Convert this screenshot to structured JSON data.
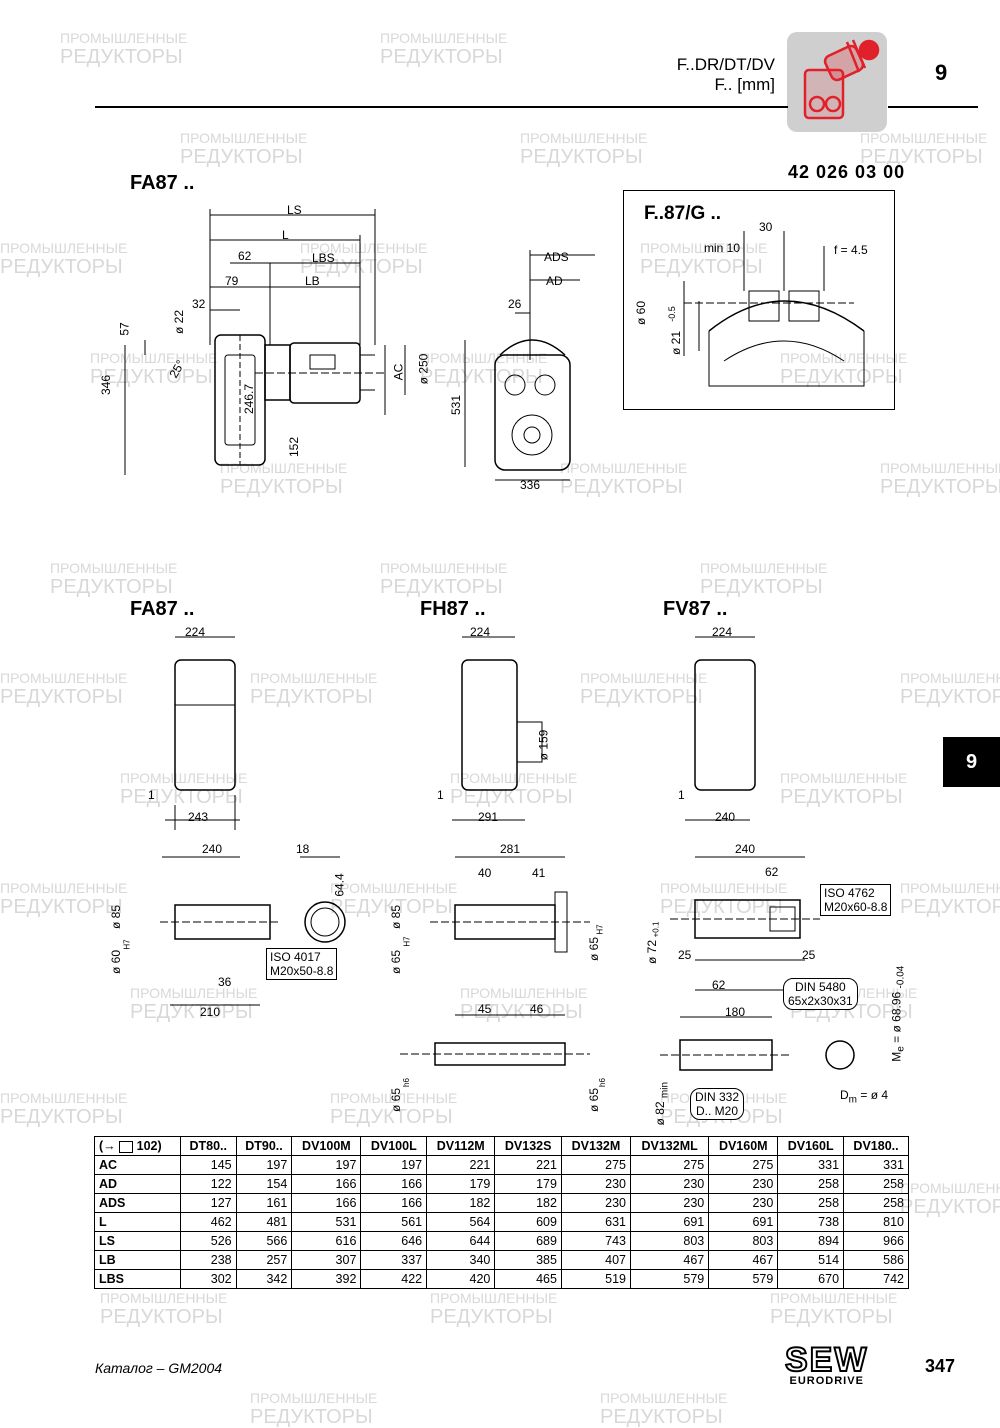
{
  "header": {
    "series_title": "F..DR/DT/DV",
    "unit_title": "F.. [mm]",
    "chapter": "9",
    "drawing_code": "42 026 03 00"
  },
  "side_tab": "9",
  "drawings": {
    "top": {
      "label": "FA87 ..",
      "dims": [
        "LS",
        "L",
        "62",
        "LBS",
        "79",
        "LB",
        "32",
        "ø 22",
        "57",
        "25°",
        "346",
        "246.7",
        "152",
        "AC",
        "ø 250",
        "531",
        "26",
        "ADS",
        "AD",
        "336"
      ]
    },
    "detail": {
      "label": "F..87/G ..",
      "dims": [
        "30",
        "min 10",
        "f = 4.5",
        "ø 60",
        "ø 21",
        "-0.5"
      ]
    },
    "fa": {
      "label": "FA87 ..",
      "dims": [
        "224",
        "1",
        "243",
        "240",
        "ø 85",
        "ø 60",
        "H7",
        "36",
        "210",
        "18",
        "64.4",
        "ISO 4017",
        "M20x50-8.8"
      ]
    },
    "fh": {
      "label": "FH87 ..",
      "dims": [
        "224",
        "ø 159",
        "1",
        "291",
        "281",
        "40",
        "41",
        "ø 85",
        "ø 65",
        "H7",
        "ø 65",
        "H7",
        "45",
        "46",
        "ø 65",
        "h6",
        "ø 65",
        "h6"
      ]
    },
    "fv": {
      "label": "FV87 ..",
      "dims": [
        "224",
        "1",
        "240",
        "240",
        "62",
        "ISO 4762",
        "M20x60-8.8",
        "ø 72",
        "+0.1",
        "25",
        "25",
        "62",
        "180",
        "DIN 5480",
        "65x2x30x31",
        "M",
        "e",
        "= ø 68.96",
        "-0.04",
        "ø 82",
        "min",
        "DIN 332",
        "D.. M20",
        "D",
        "m",
        "= ø 4"
      ]
    }
  },
  "table": {
    "ref": "(→",
    "ref_page": "102)",
    "columns": [
      "DT80..",
      "DT90..",
      "DV100M",
      "DV100L",
      "DV112M",
      "DV132S",
      "DV132M",
      "DV132ML",
      "DV160M",
      "DV160L",
      "DV180.."
    ],
    "rows": [
      {
        "name": "AC",
        "values": [
          "145",
          "197",
          "197",
          "197",
          "221",
          "221",
          "275",
          "275",
          "275",
          "331",
          "331"
        ]
      },
      {
        "name": "AD",
        "values": [
          "122",
          "154",
          "166",
          "166",
          "179",
          "179",
          "230",
          "230",
          "230",
          "258",
          "258"
        ]
      },
      {
        "name": "ADS",
        "values": [
          "127",
          "161",
          "166",
          "166",
          "182",
          "182",
          "230",
          "230",
          "230",
          "258",
          "258"
        ]
      },
      {
        "name": "L",
        "values": [
          "462",
          "481",
          "531",
          "561",
          "564",
          "609",
          "631",
          "691",
          "691",
          "738",
          "810"
        ]
      },
      {
        "name": "LS",
        "values": [
          "526",
          "566",
          "616",
          "646",
          "644",
          "689",
          "743",
          "803",
          "803",
          "894",
          "966"
        ]
      },
      {
        "name": "LB",
        "values": [
          "238",
          "257",
          "307",
          "337",
          "340",
          "385",
          "407",
          "467",
          "467",
          "514",
          "586"
        ]
      },
      {
        "name": "LBS",
        "values": [
          "302",
          "342",
          "392",
          "422",
          "420",
          "465",
          "519",
          "579",
          "579",
          "670",
          "742"
        ]
      }
    ]
  },
  "footer": {
    "catalog": "Каталог – GM2004",
    "brand": "SEW",
    "brand_sub": "EURODRIVE",
    "page": "347"
  },
  "watermark": {
    "line1": "ПРОМЫШЛЕННЫЕ",
    "line2": "РЕДУКТОРЫ"
  },
  "colors": {
    "icon_red": "#e0202a",
    "icon_bg": "#cfcfcf",
    "watermark": "#d8d8d8"
  }
}
